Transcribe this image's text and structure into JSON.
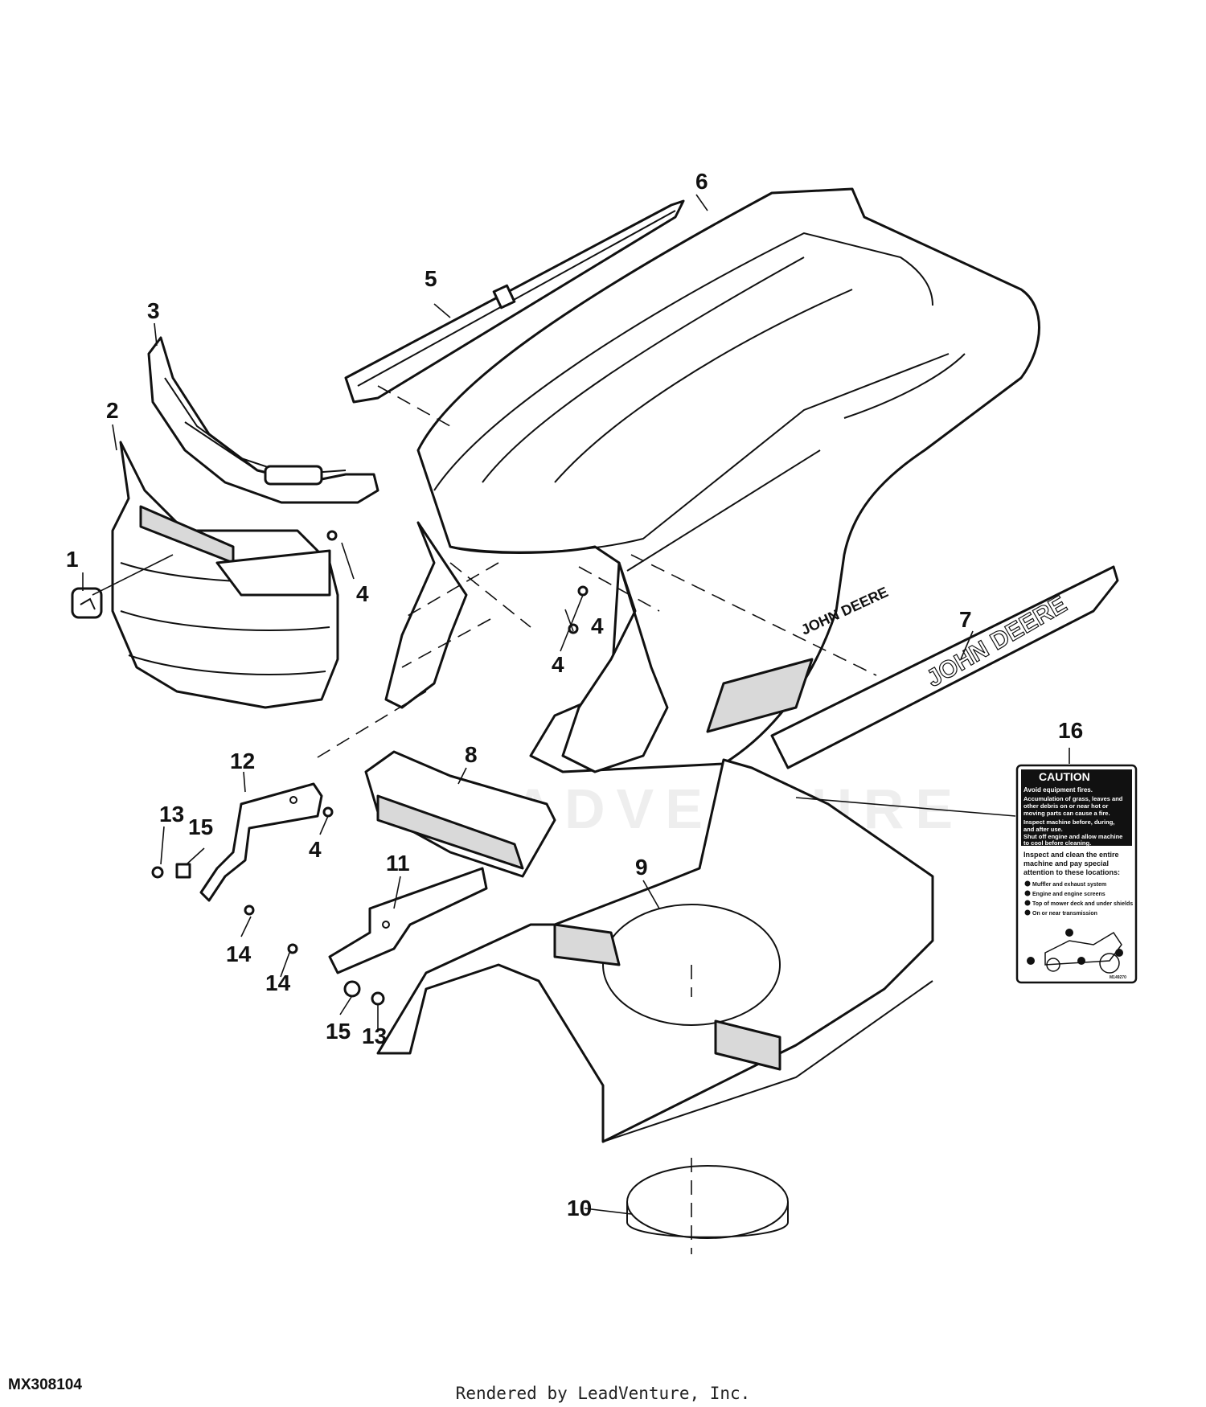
{
  "callouts": {
    "c1": "1",
    "c2": "2",
    "c3": "3",
    "c4a": "4",
    "c4b": "4",
    "c4c": "4",
    "c4d": "4",
    "c5": "5",
    "c6": "6",
    "c7": "7",
    "c8": "8",
    "c9": "9",
    "c10": "10",
    "c11": "11",
    "c12": "12",
    "c13a": "13",
    "c13b": "13",
    "c14a": "14",
    "c14b": "14",
    "c15a": "15",
    "c15b": "15",
    "c16": "16"
  },
  "decal": {
    "heading": "CAUTION",
    "line1": "Avoid equipment fires.",
    "line2": "Accumulation of grass, leaves and",
    "line3": "other debris on or near hot or",
    "line4": "moving parts can cause a fire.",
    "line5": "Inspect machine before, during,",
    "line6": "and after use.",
    "line7": "Shut off engine and allow machine",
    "line8": "to cool before cleaning.",
    "line9": "Inspect and clean the entire",
    "line10": "machine and pay special",
    "line11": "attention to these locations:",
    "item1": "Muffler and exhaust system",
    "item2": "Engine and engine screens",
    "item3": "Top of mower deck and under shields",
    "item4": "On or near transmission",
    "code": "M149270"
  },
  "hood_text": "JOHN DEERE",
  "stripe_text": "JOHN DEERE",
  "figure_id": "MX308104",
  "footer": "Rendered by LeadVenture, Inc.",
  "watermark": "LEADVENTURE"
}
